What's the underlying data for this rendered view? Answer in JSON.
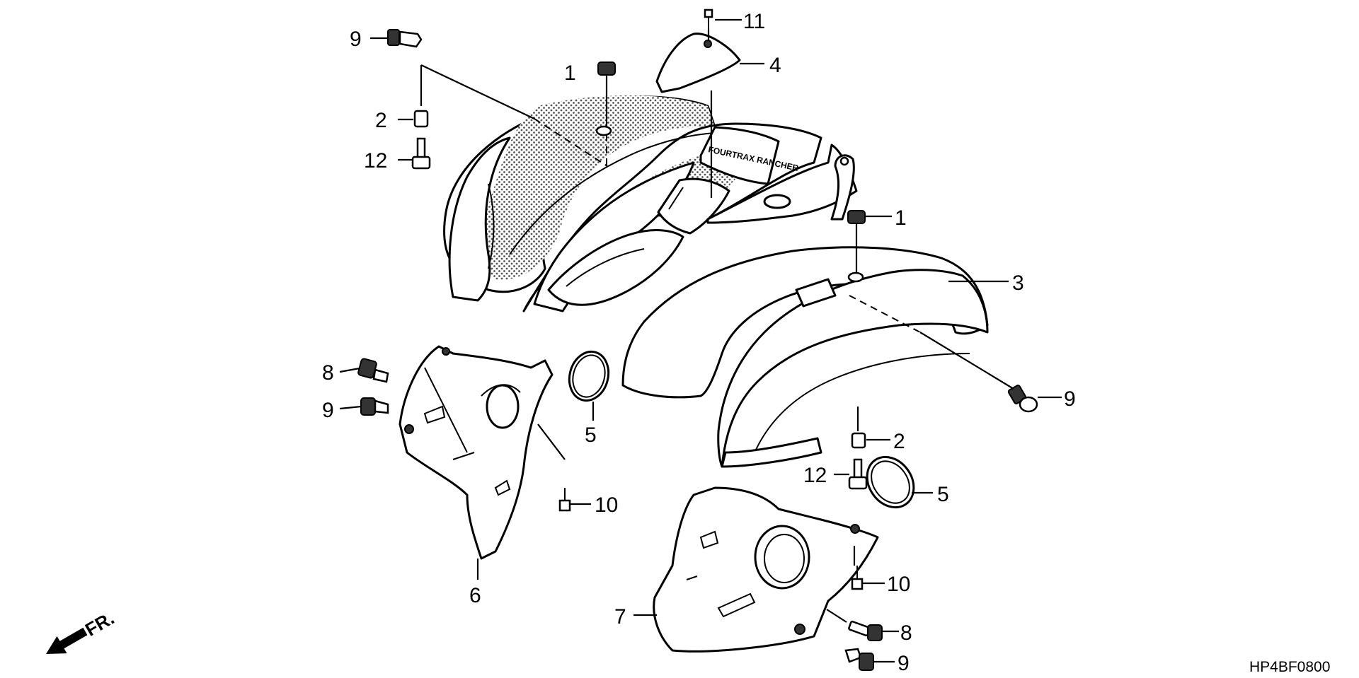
{
  "diagram": {
    "drawing_code": "HP4BF0800",
    "direction_label": "FR.",
    "logo_text": "FOURTRAX RANCHER",
    "callouts": {
      "c1a": "1",
      "c1b": "1",
      "c2a": "2",
      "c2b": "2",
      "c3": "3",
      "c4": "4",
      "c5a": "5",
      "c5b": "5",
      "c6": "6",
      "c7": "7",
      "c8a": "8",
      "c8b": "8",
      "c9a": "9",
      "c9b": "9",
      "c9c": "9",
      "c9d": "9",
      "c10a": "10",
      "c10b": "10",
      "c11": "11",
      "c12a": "12",
      "c12b": "12"
    }
  }
}
